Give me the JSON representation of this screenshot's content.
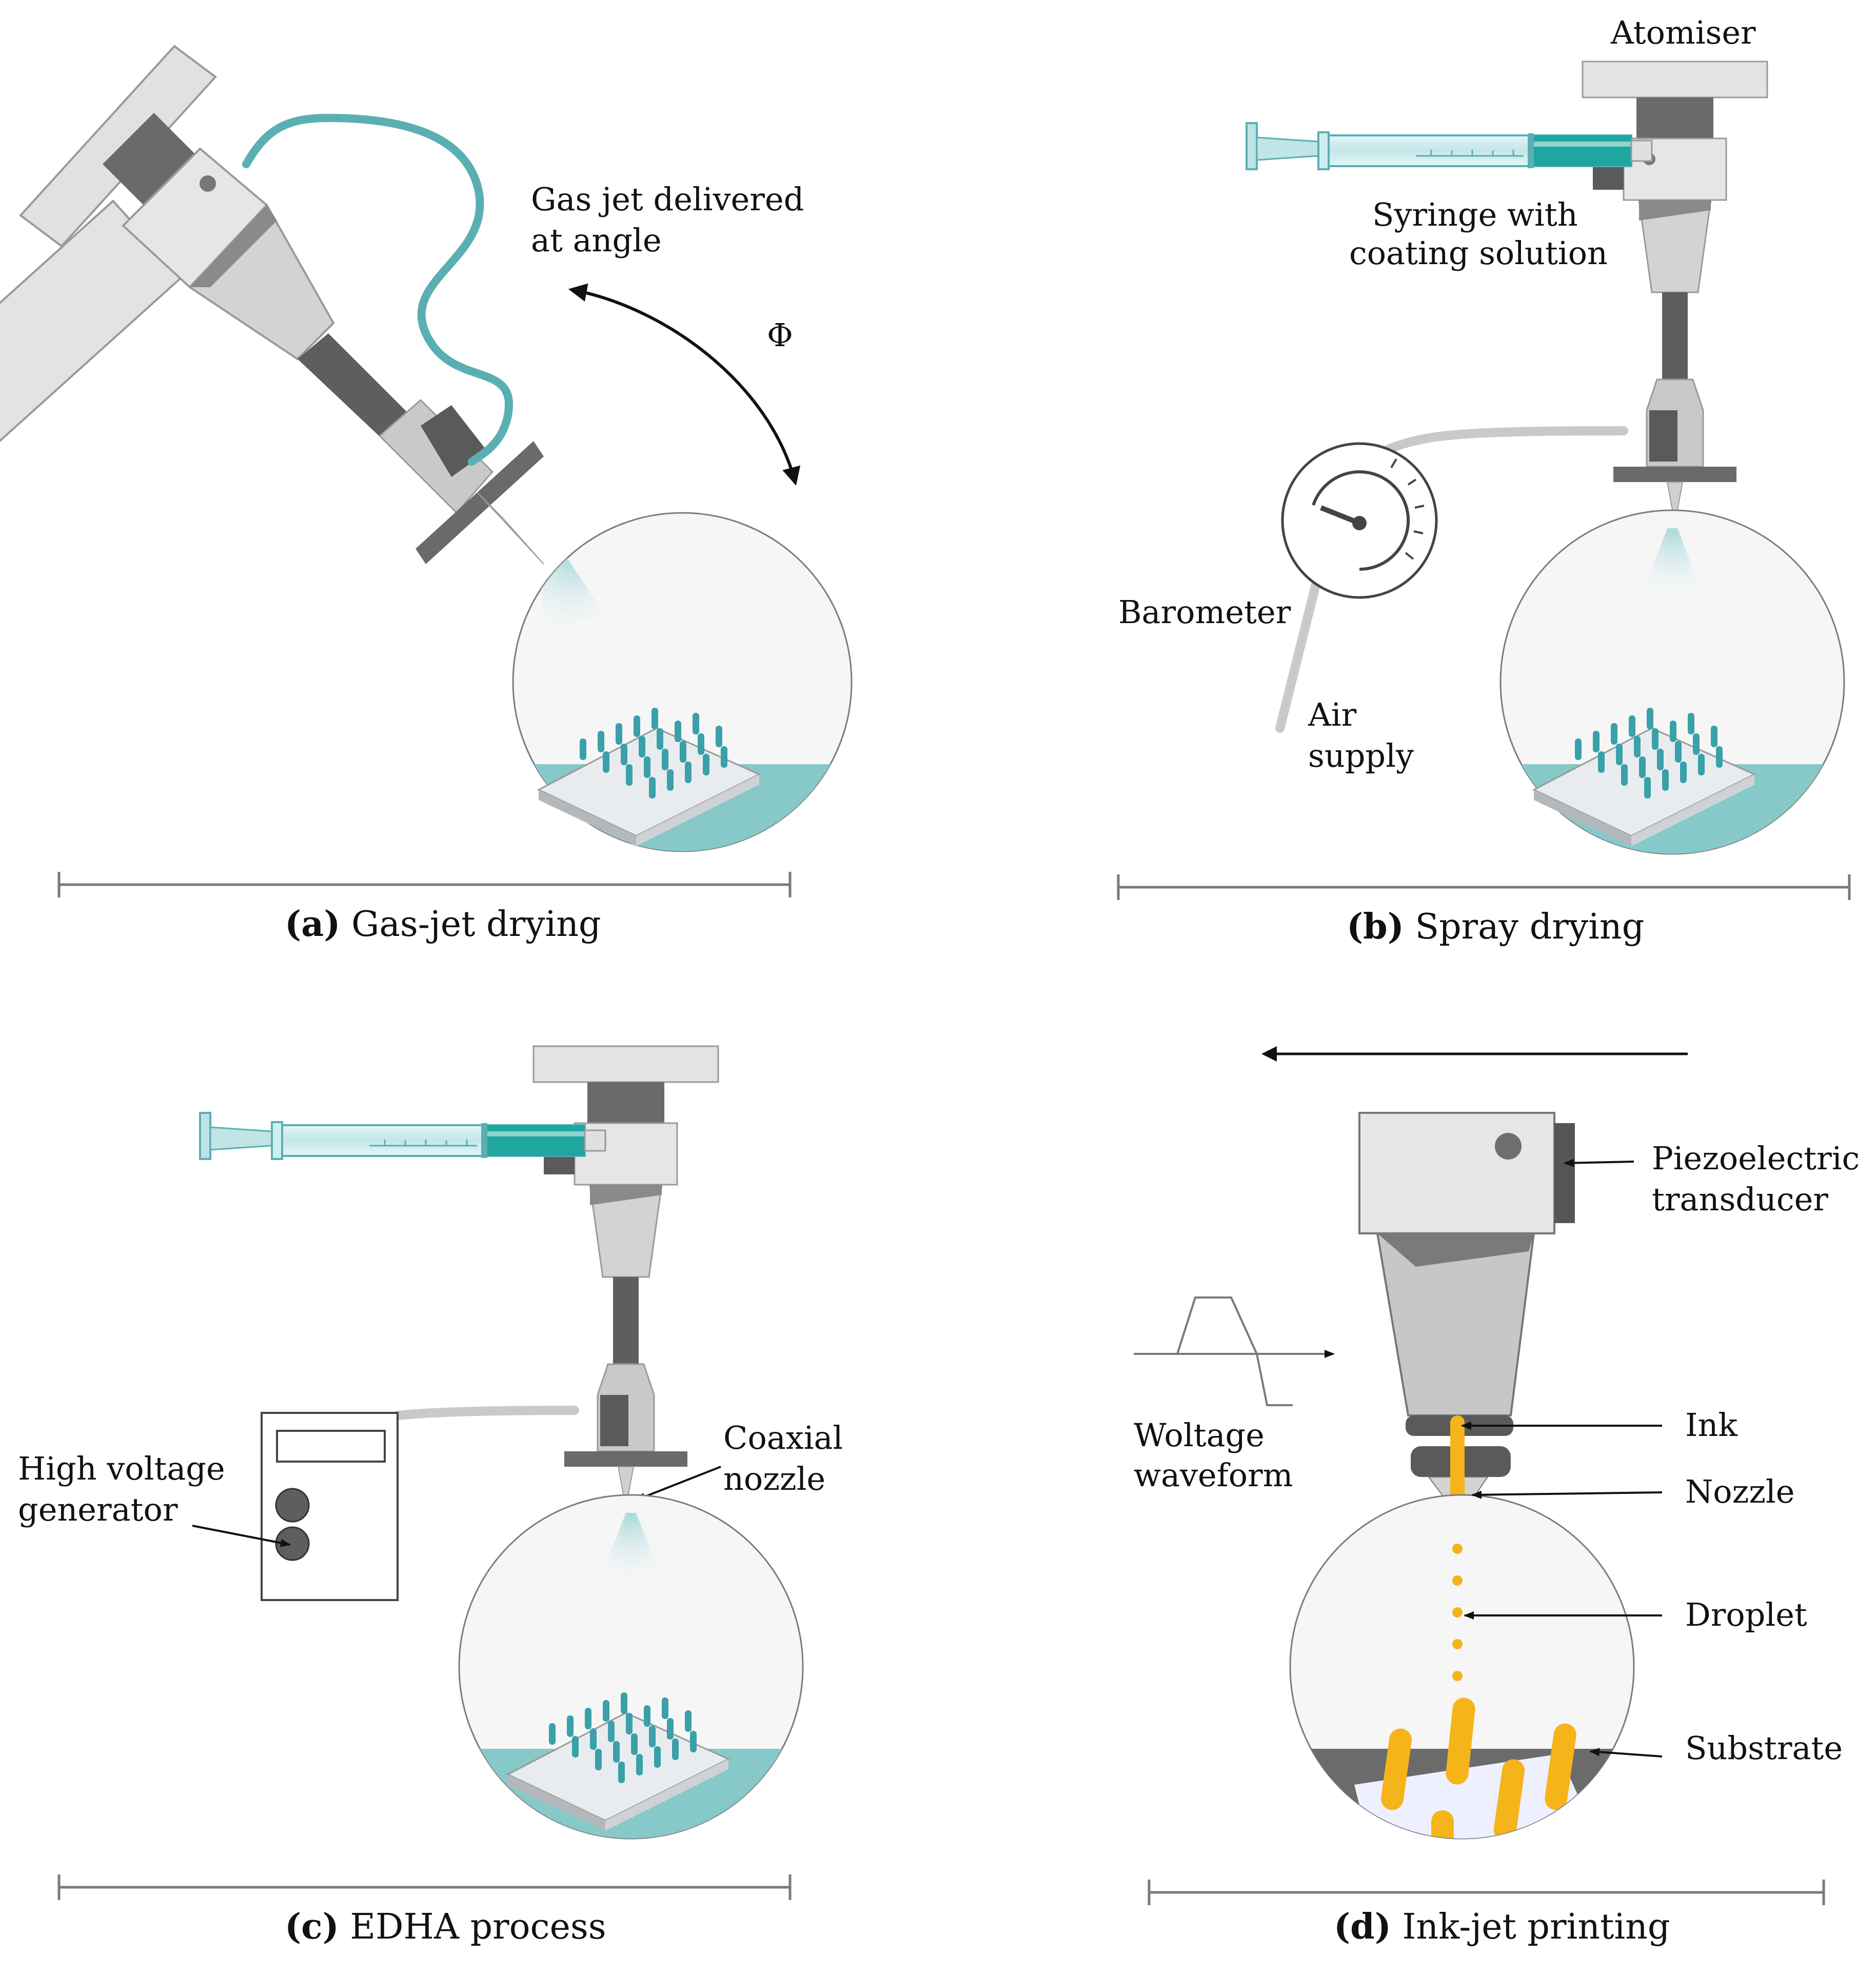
{
  "panel_a": {
    "caption_letter": "(a)",
    "caption_text": " Gas-jet drying",
    "label_gasjet_1": "Gas jet delivered",
    "label_gasjet_2": "at angle",
    "label_phi": "Φ"
  },
  "panel_b": {
    "caption_letter": "(b)",
    "caption_text": " Spray drying",
    "label_atomiser": "Atomiser",
    "label_syringe_1": "Syringe with",
    "label_syringe_2": "coating solution",
    "label_barometer": "Barometer",
    "label_air_1": "Air",
    "label_air_2": "supply"
  },
  "panel_c": {
    "caption_letter": "(c)",
    "caption_text": " EDHA process",
    "label_hv_1": "High voltage",
    "label_hv_2": "generator",
    "label_coax_1": "Coaxial",
    "label_coax_2": "nozzle"
  },
  "panel_d": {
    "caption_letter": "(d)",
    "caption_text": " Ink-jet printing",
    "label_piezo_1": "Piezoelectric",
    "label_piezo_2": "transducer",
    "label_voltage_1": "Woltage",
    "label_voltage_2": "waveform",
    "label_ink": "Ink",
    "label_nozzle": "Nozzle",
    "label_droplet": "Droplet",
    "label_substrate": "Substrate"
  },
  "colors": {
    "teal": "#5aafb3",
    "teal_fill": "#86c9c8",
    "gray_dark": "#5b5b5b",
    "gray_mid": "#8a8a8a",
    "gray_light": "#d6d6d6",
    "ink_yellow": "#f5b41a"
  }
}
